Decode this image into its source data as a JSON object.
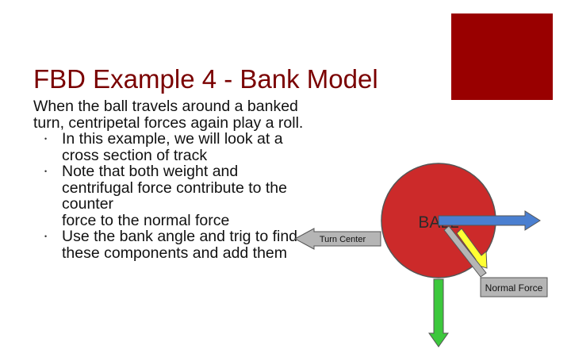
{
  "slide": {
    "title": "FBD Example 4 - Bank Model",
    "intro_lines": [
      "When the ball travels around a banked",
      "turn, centripetal forces again play a roll."
    ],
    "bullets": [
      {
        "lines": [
          "In this example, we will look at a",
          "cross section of track"
        ]
      },
      {
        "lines": [
          "Note that both weight and",
          "centrifugal force contribute to the",
          "counter",
          "force to the normal force"
        ]
      },
      {
        "lines": [
          "Use the bank angle and trig to find",
          "these components and add them"
        ]
      }
    ],
    "bullet_glyph": "•"
  },
  "diagram": {
    "ball_label": "BALL",
    "turn_center_label": "Turn Center",
    "normal_force_label": "Normal Force",
    "colors": {
      "accent_square": "#990000",
      "title": "#7a0000",
      "ball_fill": "#cc2a2a",
      "arrow_gray": "#b5b5b5",
      "arrow_blue": "#4a7fd0",
      "arrow_green": "#3cc83c",
      "arrow_yellow": "#ffff33"
    }
  }
}
